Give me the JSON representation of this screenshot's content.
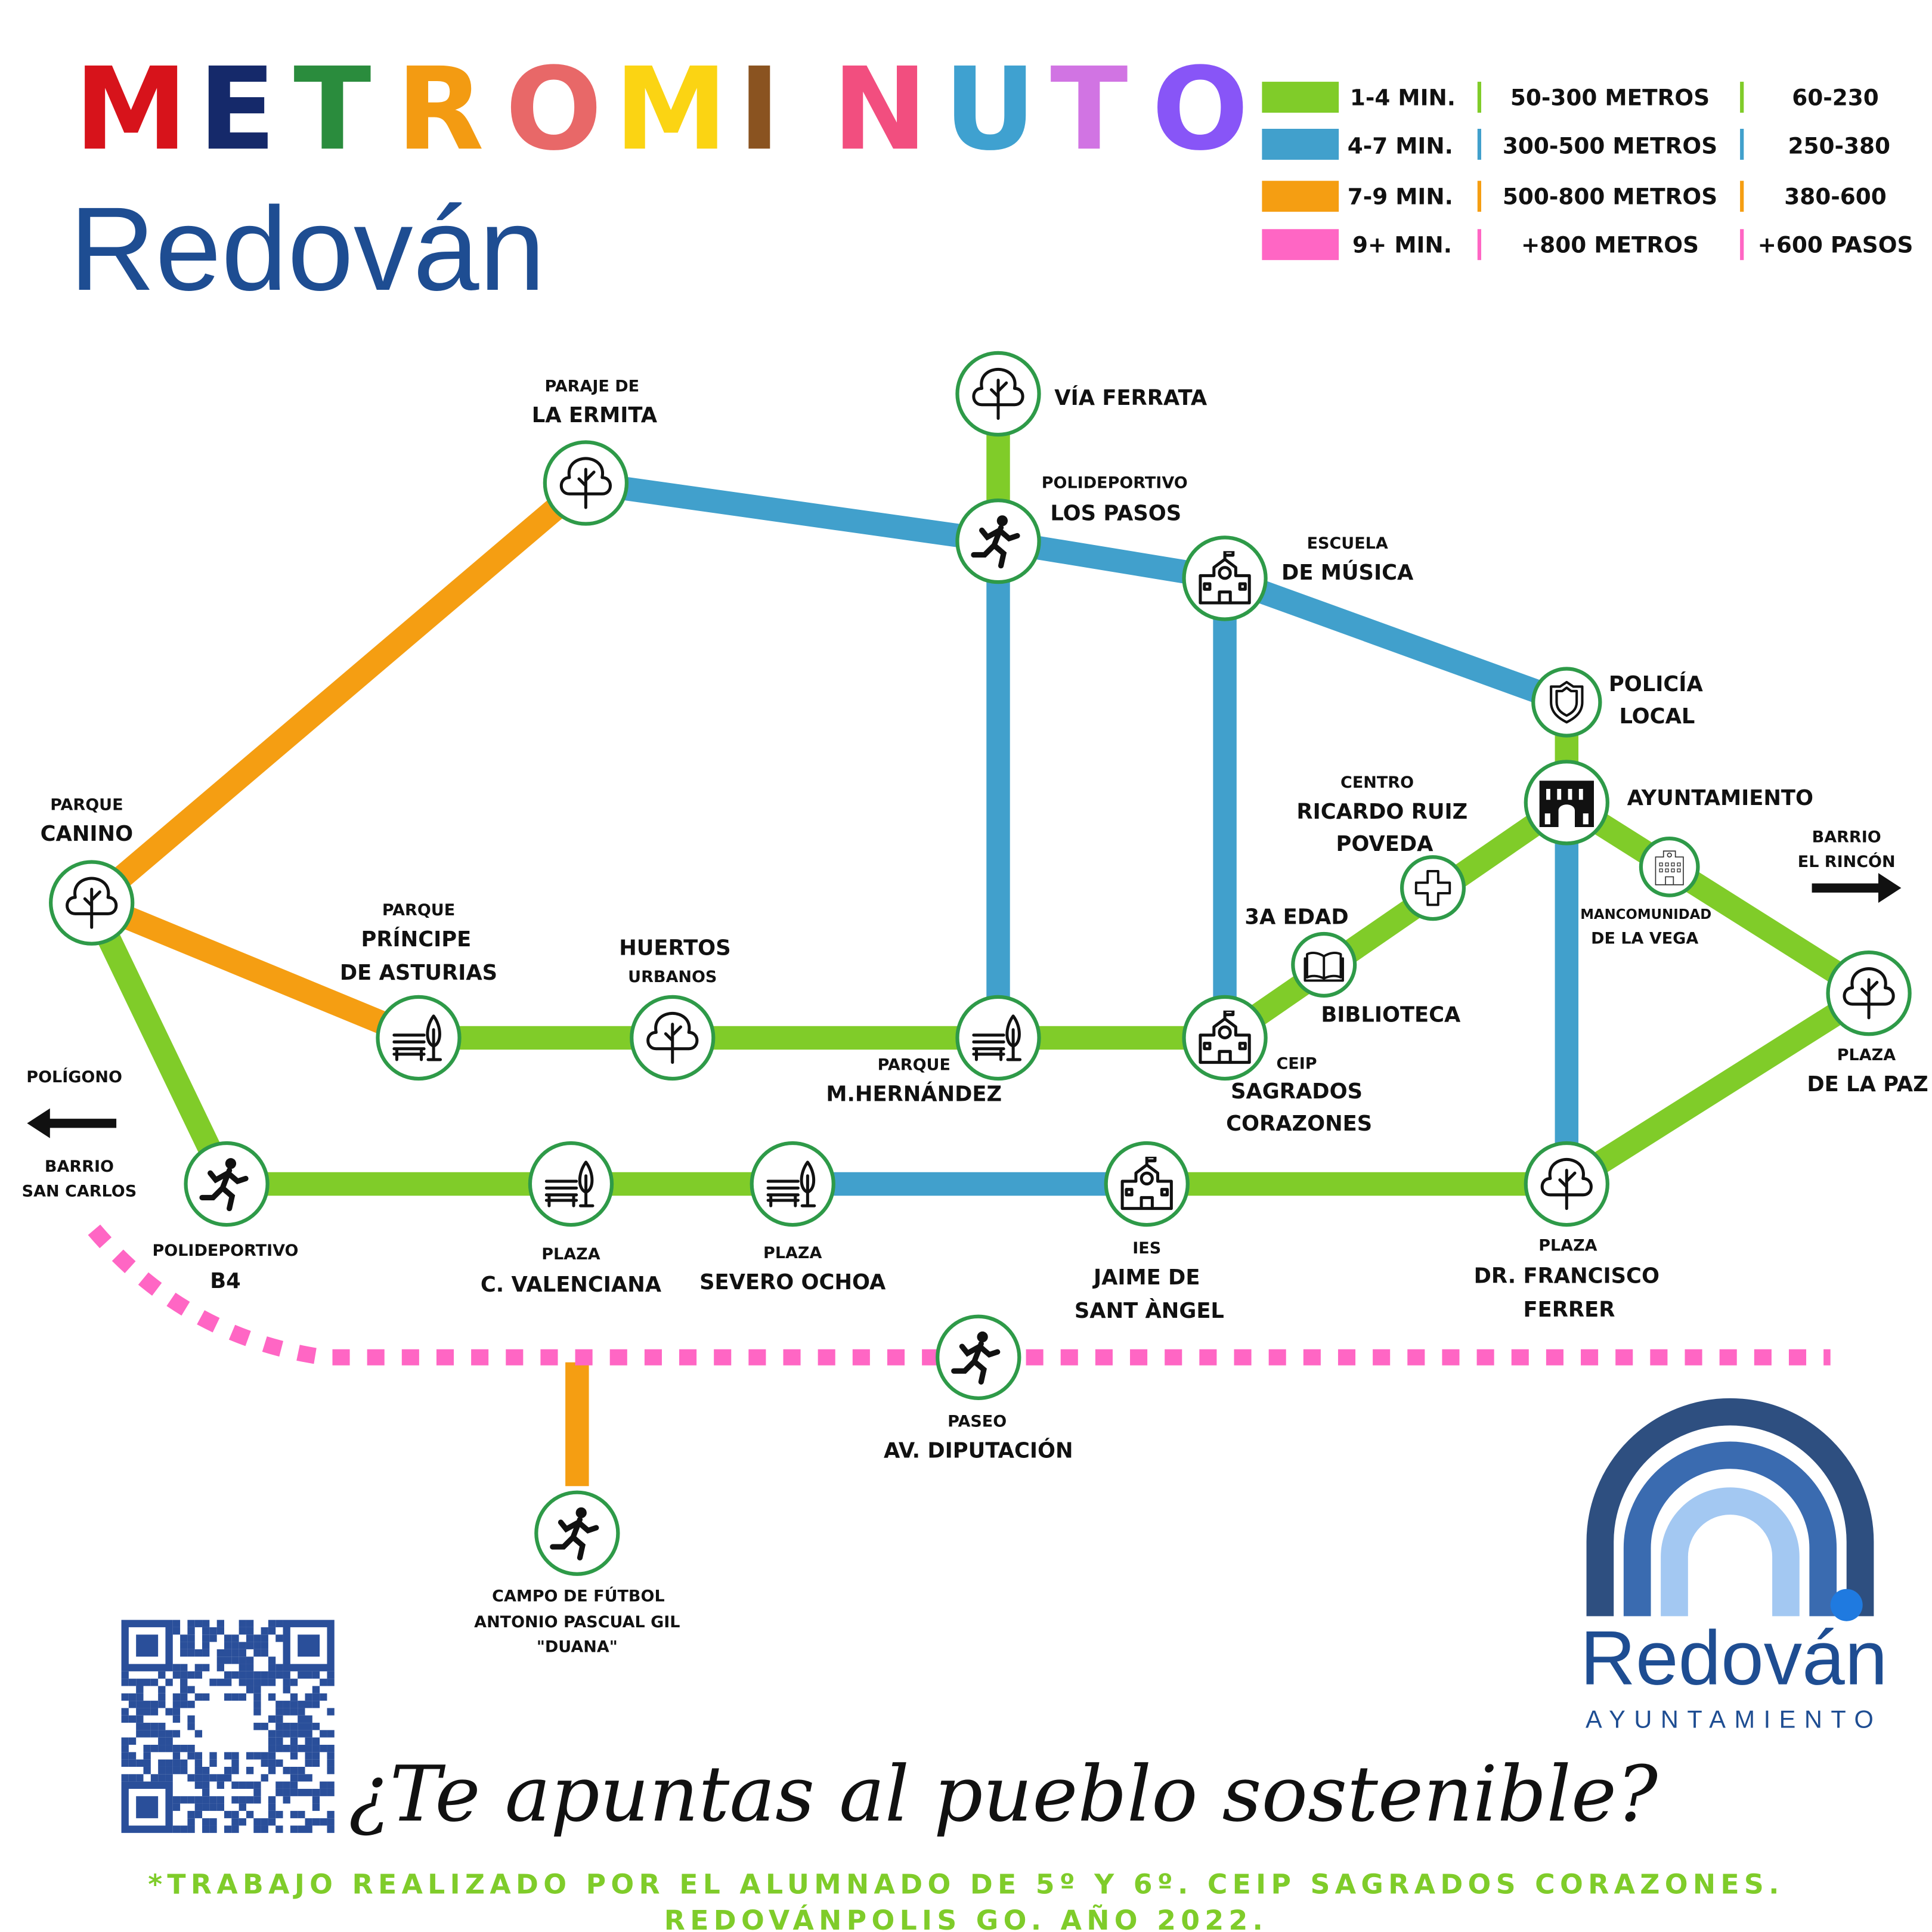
{
  "title_letters": [
    "M",
    "E",
    "T",
    "R",
    "O",
    "M",
    "I",
    "N",
    "U",
    "T",
    "O"
  ],
  "title_colors": [
    "#d7131b",
    "#15296a",
    "#2a8c3d",
    "#f39b12",
    "#e86868",
    "#fbd413",
    "#8a5320",
    "#f24e7f",
    "#3fa1d0",
    "#d174e3",
    "#8855f7"
  ],
  "town_name": "Redován",
  "legend": [
    {
      "time": "1-4 MIN.",
      "distance": "50-300 METROS",
      "steps": "60-230",
      "color": "#80cc29"
    },
    {
      "time": "4-7 MIN.",
      "distance": "300-500 METROS",
      "steps": "250-380",
      "color": "#41a0cc"
    },
    {
      "time": "7-9 MIN.",
      "distance": "500-800 METROS",
      "steps": "380-600",
      "color": "#f59e12"
    },
    {
      "time": "9+ MIN.",
      "distance": "+800 METROS",
      "steps": "+600 PASOS",
      "color": "#ff66c4"
    }
  ],
  "stations": {
    "ermita": [
      "PARAJE DE",
      "LA ERMITA"
    ],
    "ferrata": [
      "VÍA FERRATA"
    ],
    "lospasos": [
      "POLIDEPORTIVO",
      "LOS PASOS"
    ],
    "musica": [
      "ESCUELA",
      "DE MÚSICA"
    ],
    "policia": [
      "POLICÍA",
      "LOCAL"
    ],
    "ayuntamiento": [
      "AYUNTAMIENTO"
    ],
    "mancomunidad": [
      "MANCOMUNIDAD",
      "DE LA VEGA"
    ],
    "centro": [
      "CENTRO",
      "RICARDO RUIZ",
      "POVEDA",
      "3A EDAD"
    ],
    "biblioteca": [
      "BIBLIOTECA"
    ],
    "ceip": [
      "CEIP",
      "SAGRADOS",
      "CORAZONES"
    ],
    "canino": [
      "PARQUE",
      "CANINO"
    ],
    "principe": [
      "PARQUE",
      "PRÍNCIPE",
      "DE ASTURIAS"
    ],
    "huertos": [
      "HUERTOS",
      "URBANOS"
    ],
    "mhernandez": [
      "PARQUE",
      "M.HERNÁNDEZ"
    ],
    "paz": [
      "PLAZA",
      "DE LA PAZ"
    ],
    "b4": [
      "POLIDEPORTIVO",
      "B4"
    ],
    "valenciana": [
      "PLAZA",
      "C. VALENCIANA"
    ],
    "ochoa": [
      "PLAZA",
      "SEVERO OCHOA"
    ],
    "ies": [
      "IES",
      "JAIME DE",
      "SANT ÀNGEL"
    ],
    "ferrer": [
      "PLAZA",
      "DR. FRANCISCO",
      "FERRER"
    ],
    "diputacion": [
      "PASEO",
      "AV. DIPUTACIÓN"
    ],
    "campo": [
      "CAMPO DE FÚTBOL",
      "ANTONIO PASCUAL GIL",
      "\"DUANA\""
    ]
  },
  "directions": {
    "rincon": [
      "BARRIO",
      "EL RINCÓN"
    ],
    "poligono": [
      "POLÍGONO"
    ],
    "sancarlos": [
      "BARRIO",
      "SAN CARLOS"
    ]
  },
  "logo": {
    "name": "Redován",
    "subtitle": "AYUNTAMIENTO"
  },
  "slogan": "¿Te apuntas al pueblo sostenible?",
  "credit": [
    "*TRABAJO REALIZADO POR EL ALUMNADO DE 5º Y 6º. CEIP SAGRADOS CORAZONES.",
    "REDOVÁNPOLIS GO. AÑO 2022."
  ]
}
